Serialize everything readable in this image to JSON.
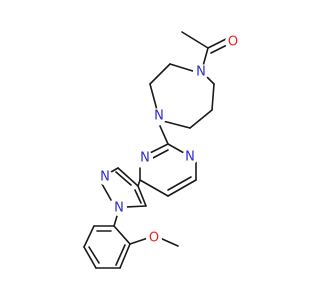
{
  "molecule": {
    "bond_color": "#1a1a1a",
    "atoms": [
      {
        "id": "O1",
        "label": "O",
        "color": "#e8231f"
      },
      {
        "id": "N1",
        "label": "N",
        "color": "#2b2bd6"
      },
      {
        "id": "N2",
        "label": "N",
        "color": "#2b2bd6"
      },
      {
        "id": "N3",
        "label": "N",
        "color": "#2b2bd6"
      },
      {
        "id": "N4",
        "label": "N",
        "color": "#2b2bd6"
      },
      {
        "id": "N5",
        "label": "N",
        "color": "#2b2bd6"
      },
      {
        "id": "N6",
        "label": "N",
        "color": "#2b2bd6"
      },
      {
        "id": "O2",
        "label": "O",
        "color": "#e8231f"
      }
    ]
  }
}
